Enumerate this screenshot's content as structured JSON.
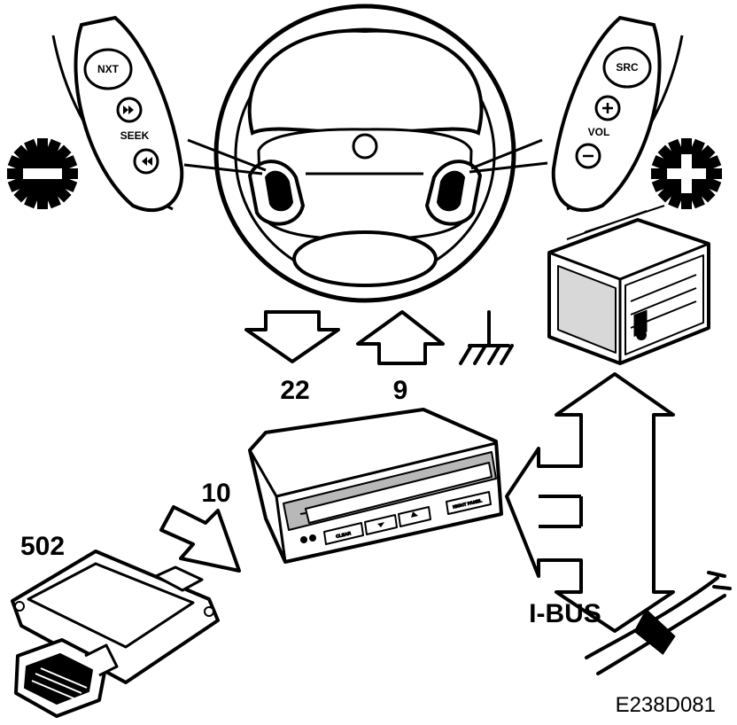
{
  "left_pad": {
    "top_button": "NXT",
    "group_label": "SEEK",
    "forward_icon": "fast-forward-icon",
    "back_icon": "rewind-icon"
  },
  "right_pad": {
    "top_button": "SRC",
    "group_label": "VOL",
    "up_icon": "plus-icon",
    "down_icon": "minus-icon"
  },
  "callouts": {
    "down_arrow": "22",
    "up_arrow": "9",
    "module_arrow": "10",
    "module": "502",
    "bus": "I-BUS"
  },
  "display_unit": {
    "clear_button": "CLEAR",
    "night_button": "NIGHT PANEL"
  },
  "figure_code": "E238D081",
  "colors": {
    "ink": "#000000",
    "paper": "#ffffff",
    "shade": "#b8b8b8"
  }
}
